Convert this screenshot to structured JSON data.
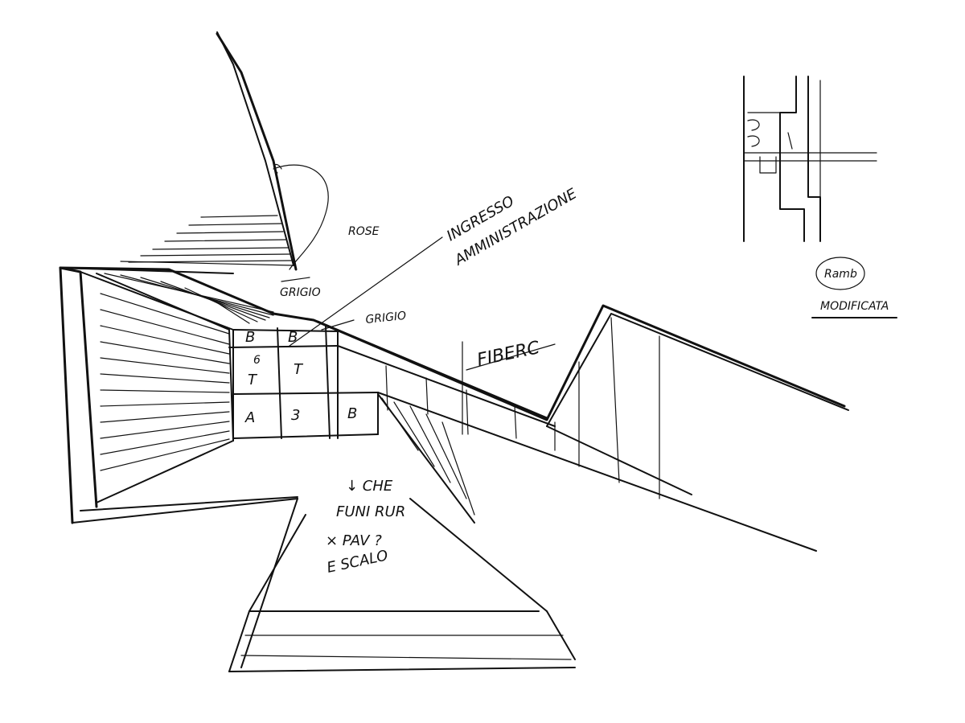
{
  "labels": {
    "ingresso": "INGRESSO",
    "amministrazione": "AMMINISTRAZIONE",
    "grigio_1": "GRIGIO",
    "grigio_2": "GRIGIO",
    "fibere": "FIBERC",
    "rose": "ROSE",
    "ramb": "Ramb",
    "modificata": "MODIFICATA",
    "note_line_1": "↓ CHE",
    "note_line_2": "FUNI RUR",
    "note_line_3": "× PAV ?",
    "note_line_4": "E SCALO",
    "cell_b1": "B",
    "cell_b2": "B",
    "cell_t1": "T",
    "cell_t2": "T",
    "cell_b3": "B",
    "cell_a": "A",
    "cell_3": "3",
    "cell_6": "6"
  },
  "colors": {
    "ink": "#111111",
    "paper": "#ffffff"
  }
}
